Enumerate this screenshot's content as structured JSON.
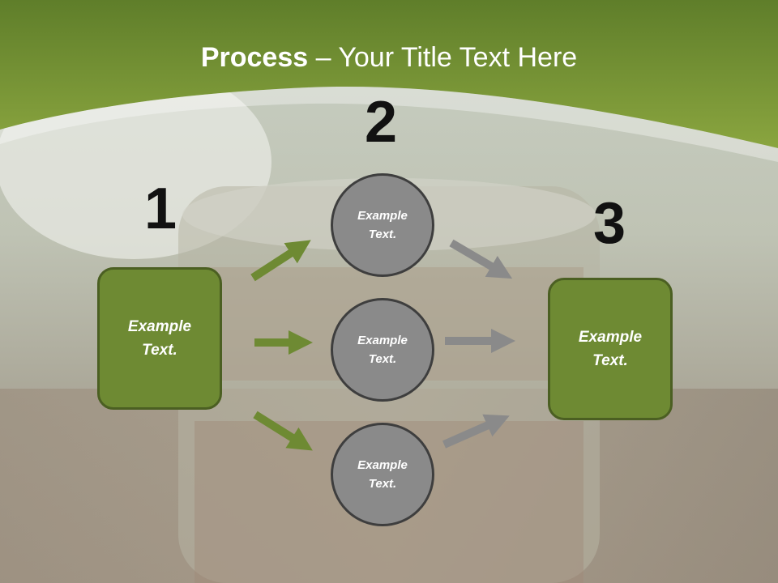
{
  "title": {
    "bold": "Process",
    "rest": " – Your Title Text Here"
  },
  "colors": {
    "green": "#6e8a33",
    "green_dark": "#4b5f22",
    "gray": "#8a8a8a",
    "gray_dark": "#3e3e3e",
    "arrow_green": "#6e8a33",
    "arrow_gray": "#8a8a8a"
  },
  "steps": [
    {
      "number": "1",
      "label": "Example\nText."
    },
    {
      "number": "2",
      "label": "Example\nText."
    },
    {
      "number": "3",
      "label": "Example\nText."
    }
  ],
  "circles": [
    {
      "label": "Example\nText."
    },
    {
      "label": "Example\nText."
    },
    {
      "label": "Example\nText."
    }
  ]
}
